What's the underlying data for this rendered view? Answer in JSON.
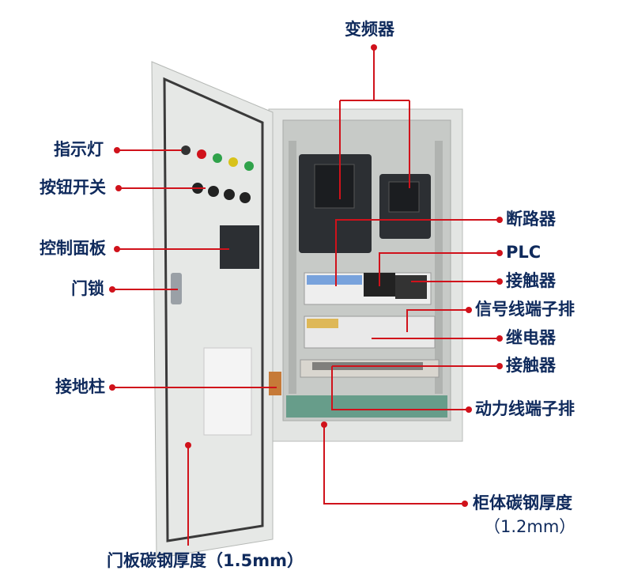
{
  "colors": {
    "text": "#0f2a5c",
    "leader": "#d0121b",
    "cabinet": "#e6e8e6",
    "interior": "#c9ccc9"
  },
  "labels": {
    "inverter": "变频器",
    "indicator_light": "指示灯",
    "button_switch": "按钮开关",
    "control_panel": "控制面板",
    "door_lock": "门锁",
    "ground_post": "接地柱",
    "door_thickness": "门板碳钢厚度（1.5mm）",
    "breaker": "断路器",
    "plc": "PLC",
    "contactor_1": "接触器",
    "signal_terminal": "信号线端子排",
    "relay": "继电器",
    "contactor_2": "接触器",
    "power_terminal": "动力线端子排",
    "body_thickness": "柜体碳钢厚度",
    "body_thickness_value": "（1.2mm）"
  }
}
